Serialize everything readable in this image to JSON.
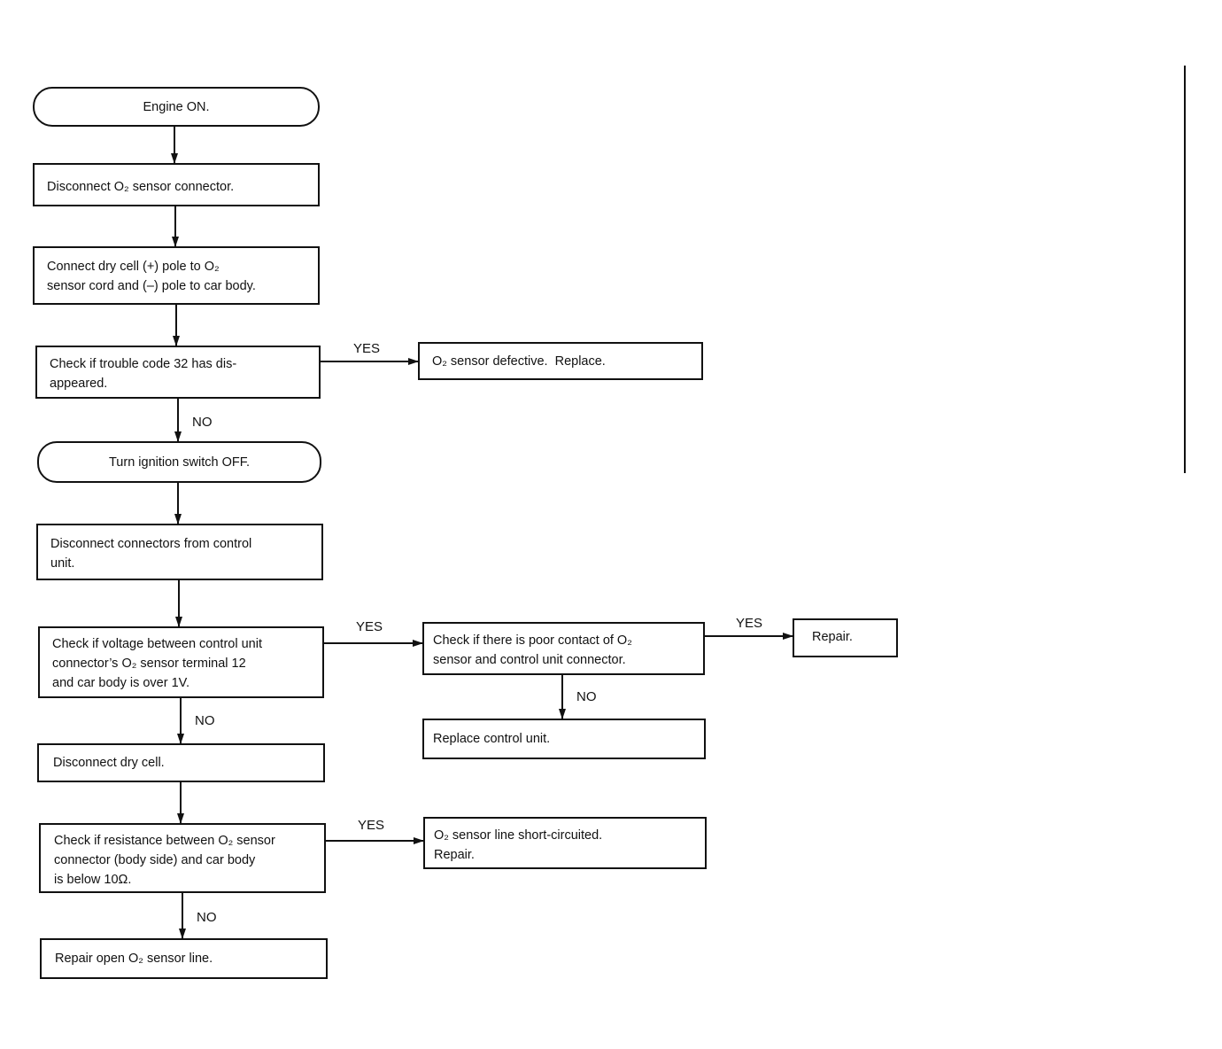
{
  "nodes": {
    "engine_on": "Engine ON.",
    "disconnect_o2": [
      "Disconnect O₂ sensor connector."
    ],
    "connect_dry_cell": [
      "Connect dry cell (+) pole to O₂",
      "sensor cord and (–) pole to car body."
    ],
    "check_code32": [
      "Check if trouble code 32 has dis-",
      "appeared."
    ],
    "o2_defective": [
      "O₂ sensor defective.  Replace."
    ],
    "turn_ign_off": "Turn ignition switch OFF.",
    "disconnect_cu": [
      "Disconnect connectors from control",
      "unit."
    ],
    "check_voltage": [
      "Check if voltage between control unit",
      "connector’s O₂ sensor terminal 12",
      "and car body is over 1V."
    ],
    "check_contact": [
      "Check if there is poor contact of O₂",
      "sensor and control unit connector."
    ],
    "repair": [
      "Repair."
    ],
    "replace_cu": [
      "Replace control unit."
    ],
    "disconnect_dry": [
      "Disconnect dry cell."
    ],
    "check_resistance": [
      "Check if resistance between O₂ sensor",
      "connector (body side) and car body",
      "is below 10Ω."
    ],
    "o2_short": [
      "O₂ sensor line short-circuited.",
      "Repair."
    ],
    "repair_open": [
      "Repair open O₂ sensor line."
    ]
  },
  "labels": {
    "yes1": "YES",
    "no1": "NO",
    "yes2": "YES",
    "yes3": "YES",
    "no2": "NO",
    "no3": "NO",
    "yes4": "YES",
    "no4": "NO"
  }
}
